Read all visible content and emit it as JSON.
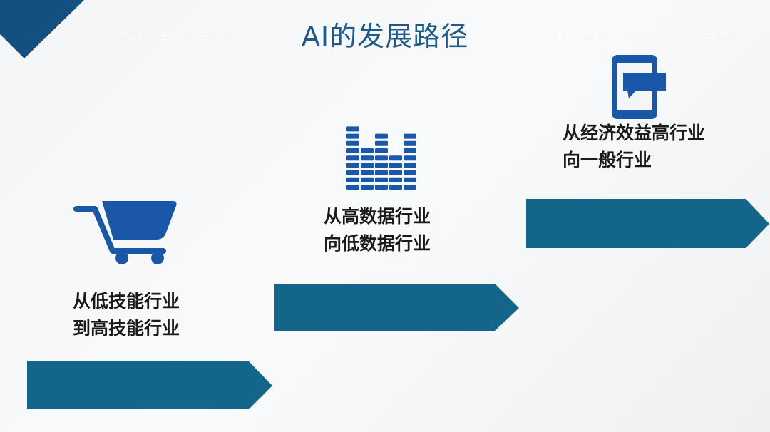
{
  "title": "AI的发展路径",
  "colors": {
    "accent": "#14507f",
    "arrow": "#136689",
    "icon": "#1a57a8"
  },
  "steps": [
    {
      "icon": "shopping-cart-icon",
      "line1": "从低技能行业",
      "line2": "到高技能行业"
    },
    {
      "icon": "bar-chart-icon",
      "line1": "从高数据行业",
      "line2": "向低数据行业"
    },
    {
      "icon": "mobile-chat-icon",
      "line1": "从经济效益高行业",
      "line2": "向一般行业"
    }
  ]
}
